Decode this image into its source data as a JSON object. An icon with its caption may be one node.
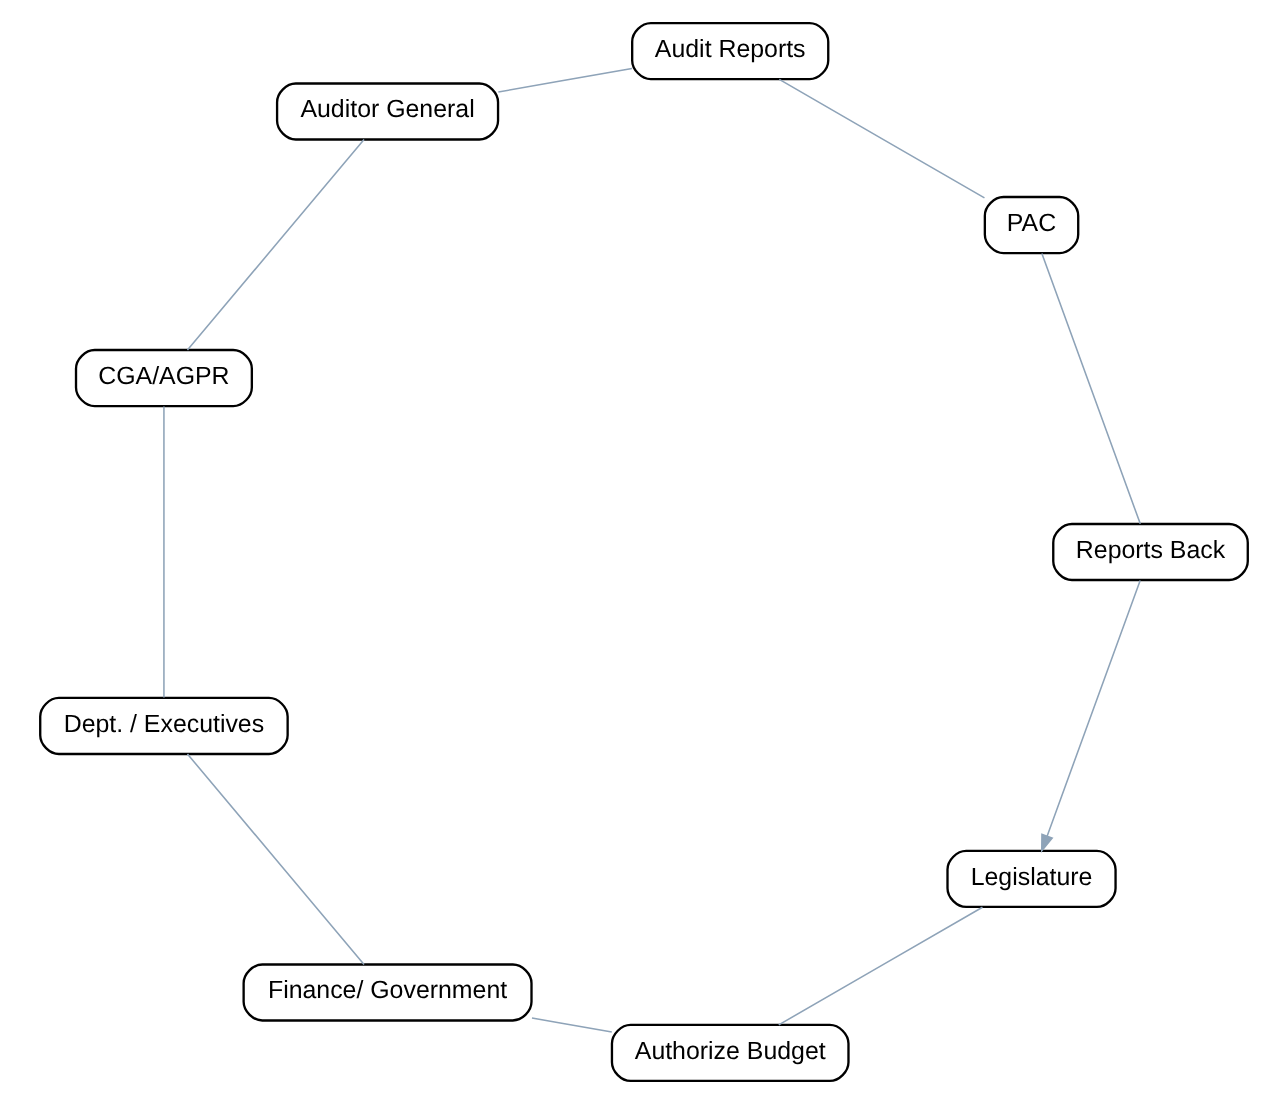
{
  "diagram": {
    "nodes": [
      {
        "text": [
          "Legislature"
        ]
      },
      {
        "text": [
          "Authorize Budget"
        ]
      },
      {
        "text": [
          "Finance/ Government"
        ]
      },
      {
        "text": [
          "Dept. / Executives"
        ]
      },
      {
        "text": [
          "CGA/AGPR"
        ]
      },
      {
        "text": [
          "Auditor General"
        ]
      },
      {
        "text": [
          "Audit Reports"
        ]
      },
      {
        "text": [
          "PAC"
        ]
      },
      {
        "text": [
          "Reports Back"
        ]
      }
    ],
    "edges": [
      {
        "from": 0,
        "to": 1,
        "arrow": "none"
      },
      {
        "from": 1,
        "to": 2,
        "arrow": "none"
      },
      {
        "from": 2,
        "to": 3,
        "arrow": "none"
      },
      {
        "from": 3,
        "to": 4,
        "arrow": "none"
      },
      {
        "from": 4,
        "to": 5,
        "arrow": "none"
      },
      {
        "from": 5,
        "to": 6,
        "arrow": "none"
      },
      {
        "from": 6,
        "to": 7,
        "arrow": "none"
      },
      {
        "from": 7,
        "to": 8,
        "arrow": "none"
      },
      {
        "from": 8,
        "to": 0,
        "arrow": "to"
      }
    ]
  }
}
